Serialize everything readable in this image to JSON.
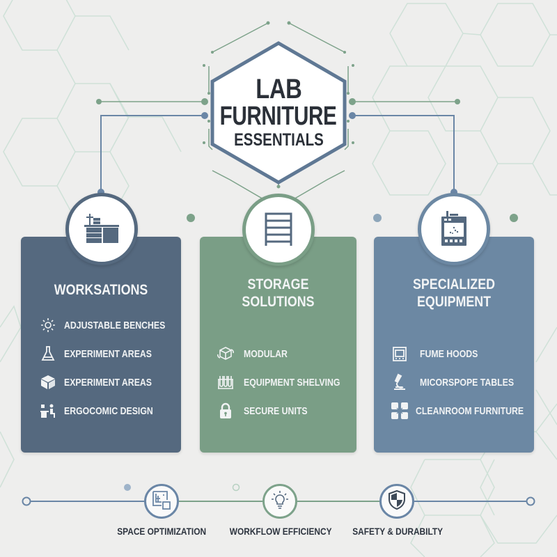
{
  "title": {
    "line1": "LAB",
    "line2": "FURNITURE",
    "line3": "ESSENTIALS"
  },
  "colors": {
    "background": "#eeeeed",
    "slate_blue": "#55697f",
    "sage_green": "#7a9e86",
    "steel_blue": "#6c88a3",
    "connector_blue": "#6a86a6",
    "connector_green": "#7da28a",
    "hex_grid": "#cfe0d8",
    "text_dark": "#2e3540"
  },
  "cards": [
    {
      "id": "worksations",
      "title_lines": [
        "WORKSATIONS"
      ],
      "badge_icon": "lab-bench-icon",
      "items": [
        {
          "icon": "gear-icon",
          "label": "ADJUSTABLE BENCHES"
        },
        {
          "icon": "flask-icon",
          "label": "EXPERIMENT AREAS"
        },
        {
          "icon": "box-icon",
          "label": "EXPERIMENT AREAS"
        },
        {
          "icon": "ergonomic-desk-icon",
          "label": "ERGOCOMIC DESIGN"
        }
      ]
    },
    {
      "id": "storage",
      "title_lines": [
        "STORAGE",
        "SOLUTIONS"
      ],
      "badge_icon": "shelving-icon",
      "items": [
        {
          "icon": "modular-cube-icon",
          "label": "MODULAR"
        },
        {
          "icon": "test-tube-rack-icon",
          "label": "EQUIPMENT SHELVING"
        },
        {
          "icon": "lock-icon",
          "label": "SECURE UNITS"
        }
      ]
    },
    {
      "id": "specialized",
      "title_lines": [
        "SPECIALIZED",
        "EQUIPMENT"
      ],
      "badge_icon": "fume-hood-icon",
      "items": [
        {
          "icon": "fume-hood-icon",
          "label": "FUME HOODS"
        },
        {
          "icon": "microscope-icon",
          "label": "MICORSPOPE TABLES"
        },
        {
          "icon": "cleanroom-grid-icon",
          "label": "CLEANROOM FURNITURE"
        }
      ]
    }
  ],
  "benefits": [
    {
      "icon": "floor-plan-icon",
      "label": "SPACE OPTIMIZATION"
    },
    {
      "icon": "lightbulb-icon",
      "label": "WORKFLOW EFFICIENCY"
    },
    {
      "icon": "shield-icon",
      "label": "SAFETY & DURABILTY"
    }
  ]
}
